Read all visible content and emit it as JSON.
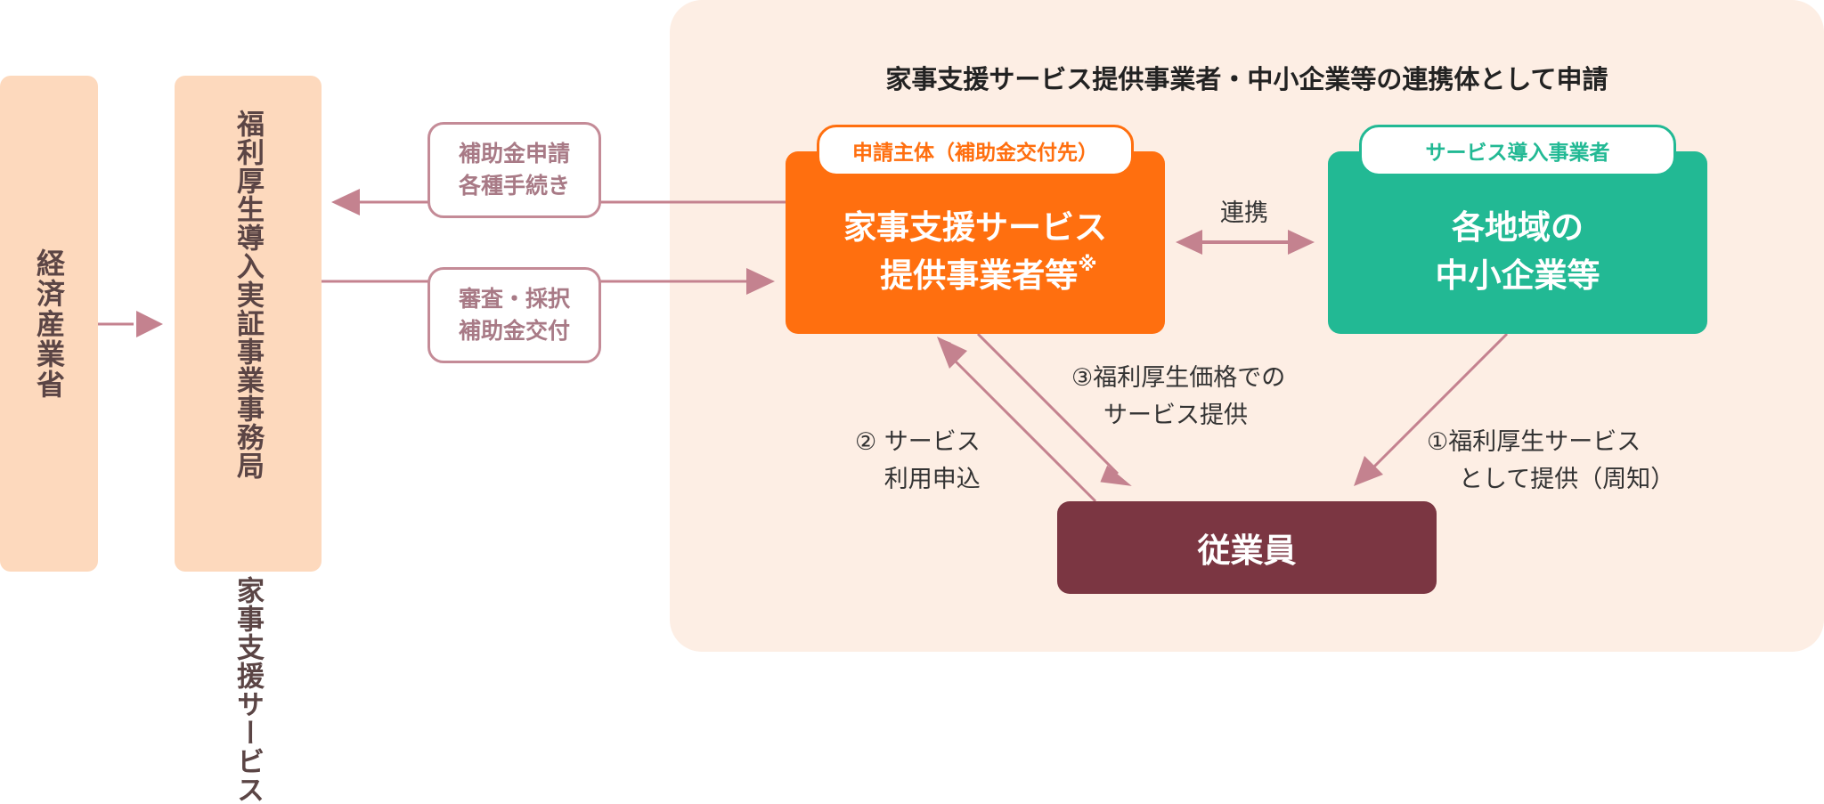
{
  "ministry": "経済産業省",
  "secretariat": {
    "line1": "福利厚生導入実証事業事務局",
    "line2": "家事支援サービス"
  },
  "flow_labels": {
    "application": [
      "補助金申請",
      "各種手続き"
    ],
    "review": [
      "審査・採択",
      "補助金交付"
    ]
  },
  "consortium": {
    "title": "家事支援サービス提供事業者・中小企業等の連携体として申請",
    "provider": {
      "tag": "申請主体（補助金交付先）",
      "line1": "家事支援サービス",
      "line2": "提供事業者等",
      "note": "※"
    },
    "partner": {
      "tag": "サービス導入事業者",
      "line1": "各地域の",
      "line2": "中小企業等"
    },
    "link_label": "連携",
    "employee": "従業員",
    "steps": {
      "step1": [
        "①福利厚生サービス",
        "として提供（周知）"
      ],
      "step2": [
        "② サービス",
        "利用申込"
      ],
      "step3": [
        "③福利厚生価格での",
        "サービス提供"
      ]
    }
  },
  "colors": {
    "panel_bg": "#fdeee4",
    "side_box": "#fdd9bd",
    "provider": "#ff6f0f",
    "partner": "#22b994",
    "employee": "#7b3642",
    "arrow": "#c4828f"
  }
}
